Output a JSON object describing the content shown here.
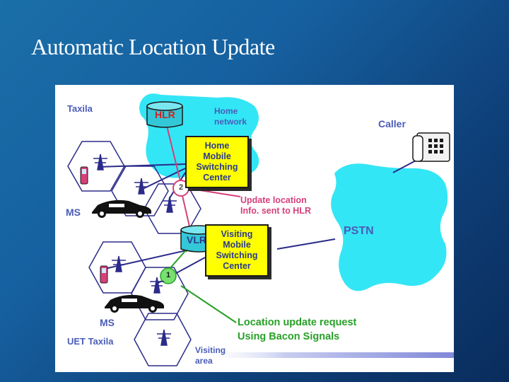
{
  "slide": {
    "title": "Automatic Location Update"
  },
  "diagram": {
    "place_top": "Taxila",
    "place_bottom": "UET Taxila",
    "hlr": "HLR",
    "home_network": "Home\nnetwork",
    "home_msc": "Home\nMobile\nSwitching\nCenter",
    "visiting_msc": "Visiting\nMobile\nSwitching\nCenter",
    "vlr": "VLR",
    "caller": "Caller",
    "pstn": "PSTN",
    "ms_top": "MS",
    "ms_bottom": "MS",
    "step1": "1",
    "step2": "2",
    "update_text": "Update location\nInfo. sent to HLR",
    "request_text": "Location update request\nUsing Bacon Signals",
    "visiting_area": "Visiting\narea"
  },
  "colors": {
    "cloud": "#33e6f5",
    "box": "#ffff00",
    "label_blue": "#4a5cb8",
    "pink": "#d6407a",
    "green": "#28a028",
    "line": "#2b2b8a"
  }
}
